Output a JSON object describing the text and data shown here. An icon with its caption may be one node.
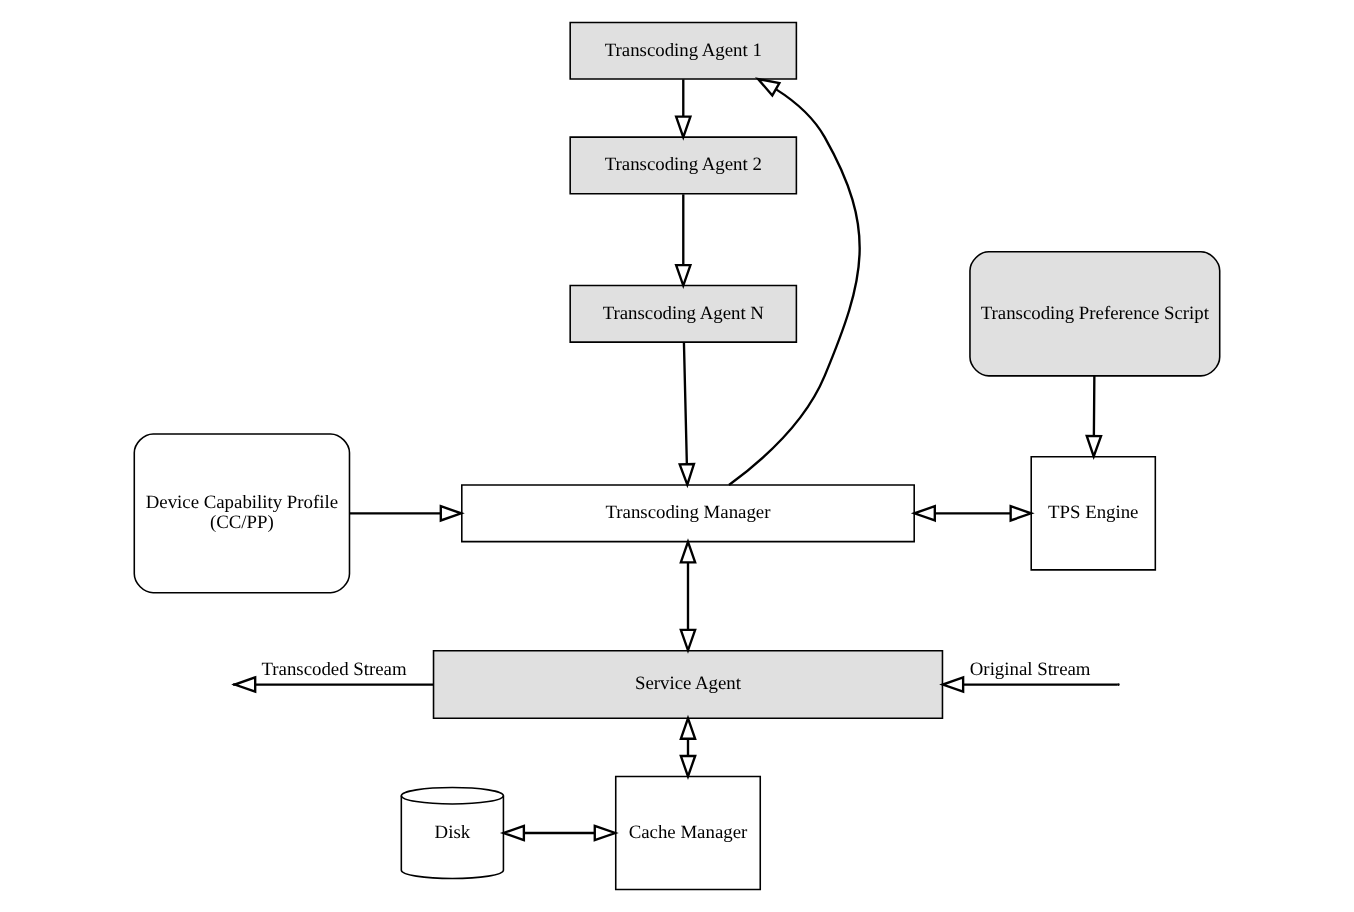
{
  "diagram": {
    "nodes": [
      {
        "text": [
          "Transcoding Agent 1"
        ]
      },
      {
        "text": [
          "Transcoding Agent 2"
        ]
      },
      {
        "text": [
          "Transcoding Agent N"
        ]
      },
      {
        "text": [
          "Device Capability Profile",
          "(CC/PP)"
        ]
      },
      {
        "text": [
          "Transcoding Manager"
        ]
      },
      {
        "text": [
          "Transcoding Preference Script"
        ]
      },
      {
        "text": [
          "TPS Engine"
        ]
      },
      {
        "text": [
          "Service Agent"
        ]
      },
      {
        "text": [
          "Disk"
        ]
      },
      {
        "text": [
          "Cache Manager"
        ]
      }
    ],
    "edges": [
      {
        "from": 0,
        "to": 1,
        "arrow": "to"
      },
      {
        "from": 1,
        "to": 2,
        "arrow": "to"
      },
      {
        "from": 2,
        "to": 4,
        "arrow": "to"
      },
      {
        "from": 4,
        "to": 0,
        "arrow": "to"
      },
      {
        "from": 3,
        "to": 4,
        "arrow": "to"
      },
      {
        "from": 5,
        "to": 6,
        "arrow": "to"
      },
      {
        "from": 4,
        "to": 6,
        "arrow": "both"
      },
      {
        "from": 4,
        "to": 7,
        "arrow": "both"
      },
      {
        "from": 7,
        "to": null,
        "arrow": "to",
        "label": "Transcoded Stream"
      },
      {
        "from": null,
        "to": 7,
        "arrow": "to",
        "label": "Original Stream"
      },
      {
        "from": 7,
        "to": 9,
        "arrow": "both"
      },
      {
        "from": 8,
        "to": 9,
        "arrow": "both"
      }
    ]
  }
}
